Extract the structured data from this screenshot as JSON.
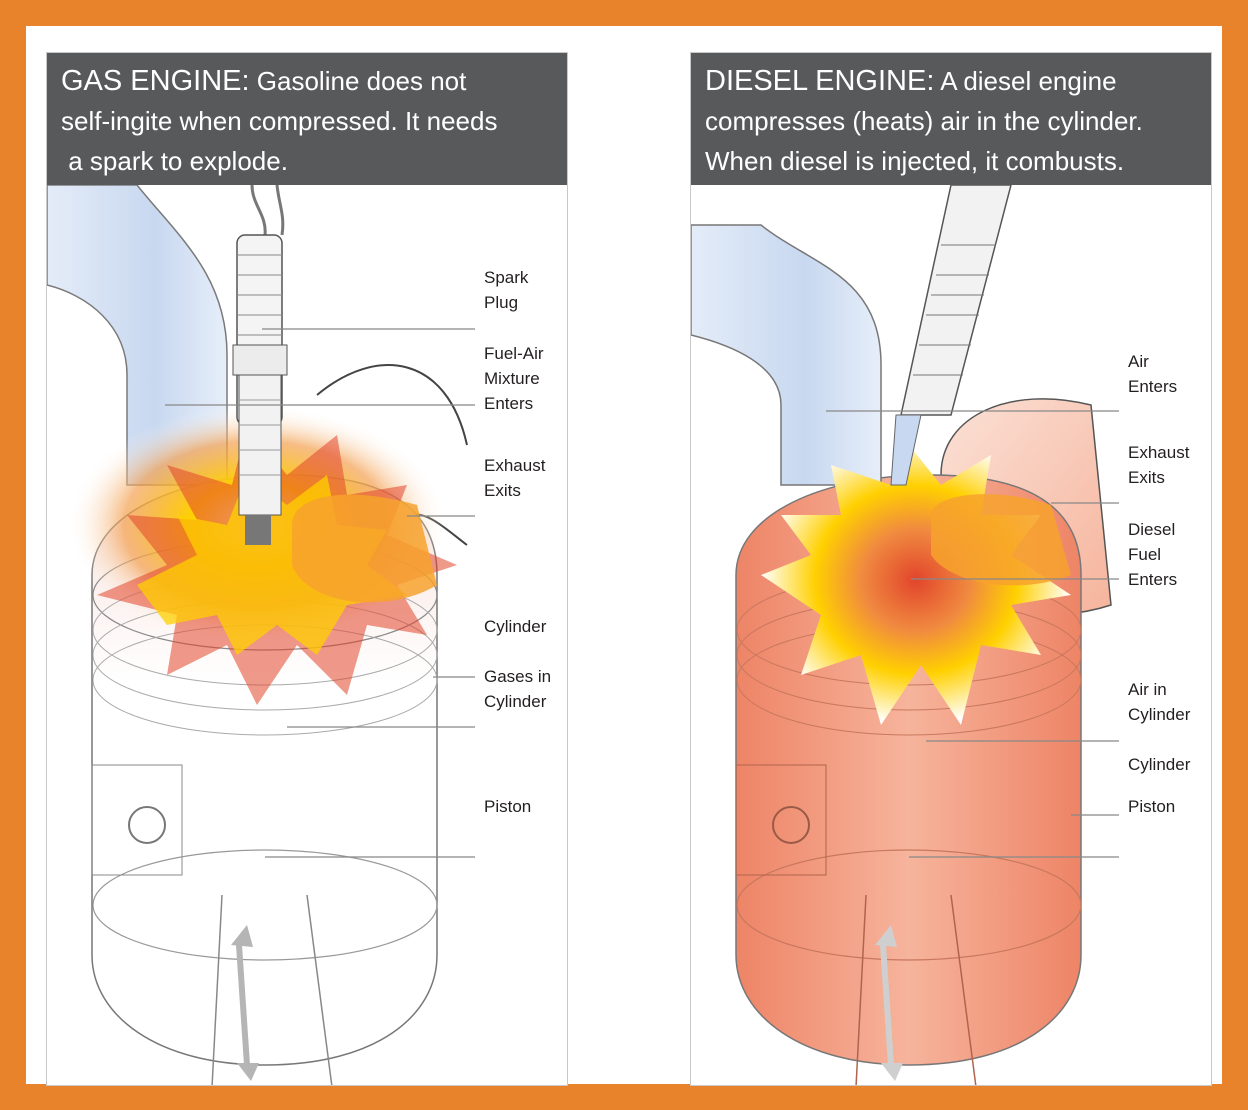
{
  "gas_engine": {
    "heading": "GAS ENGINE:",
    "description_lines": [
      "Gasoline does not",
      "self-ingite when compressed.  It needs",
      " a spark to explode."
    ],
    "labels": {
      "spark_plug": "Spark\nPlug",
      "fuel_air": "Fuel-Air\nMixture\nEnters",
      "exhaust": "Exhaust\nExits",
      "cylinder": "Cylinder",
      "gases": "Gases in\nCylinder",
      "piston": "Piston"
    }
  },
  "diesel_engine": {
    "heading": "DIESEL ENGINE:",
    "description_lines": [
      "A diesel engine",
      "compresses (heats) air in the cylinder.",
      "When diesel is injected, it combusts."
    ],
    "labels": {
      "air_enters": "Air\nEnters",
      "exhaust": "Exhaust\nExits",
      "diesel_fuel": "Diesel\nFuel\nEnters",
      "air_in_cylinder": "Air in\nCylinder",
      "cylinder": "Cylinder",
      "piston": "Piston"
    }
  },
  "colors": {
    "frame": "#e8832b",
    "header": "#58595b",
    "flame_red": "#e2452b",
    "flame_yellow": "#ffd000",
    "diesel_body": "#f08a6a",
    "intake_blue": "#c8d8f0"
  }
}
